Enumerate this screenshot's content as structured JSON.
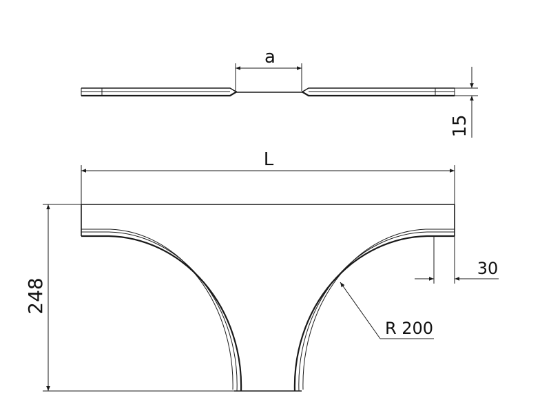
{
  "diagram": {
    "dimensions": {
      "a": "a",
      "thickness": "15",
      "length": "L",
      "height": "248",
      "flange": "30",
      "radius": "R 200"
    }
  }
}
